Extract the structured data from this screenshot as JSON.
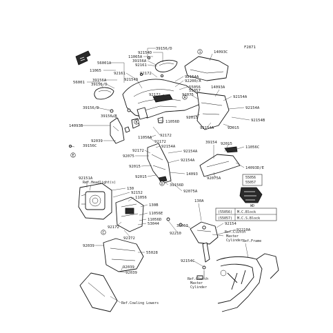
{
  "diagram_code": "F2871",
  "circle_badges": [
    "1",
    "A",
    "B",
    "C",
    "D",
    "E"
  ],
  "legend_table": [
    {
      "code": "(55056)",
      "desc": "M.C.Block"
    },
    {
      "code": "(55057)",
      "desc": "M.C.S.Block"
    }
  ],
  "inset_codes": [
    "55056",
    "55057"
  ],
  "inset_caption": "WD",
  "refs": {
    "headlight": "Ref.Headlight(s)",
    "clutch_master_top": "Ref.Clutch",
    "clutch_master_top_2": "Master",
    "clutch_master_top_3": "Cylinder",
    "frame": "Ref.Frame",
    "clutch_master_bottom": "Ref.Clutch",
    "clutch_master_bottom_2": "Master",
    "clutch_master_bottom_3": "Cylinder",
    "cowling_lowers": "Ref.Cowling Lowers"
  },
  "labels": {
    "l01": "39156/D",
    "l02": "92154D",
    "l03": "11065A",
    "l04": "39156A",
    "l05": "92161",
    "l06": "56001A",
    "l07": "11065",
    "l08": "92161",
    "l09": "92172",
    "l10": "56001",
    "l11": "39156A",
    "l12": "39156/D",
    "l13": "92154D",
    "l14": "92154A",
    "l15": "92200/A",
    "l16": "55056",
    "l17": "55057",
    "l18": "92172",
    "l19": "14093C",
    "l20": "14093A",
    "l21": "92154A",
    "l22": "92075",
    "l23": "92154A",
    "l24": "92015",
    "l25": "92154A",
    "l26": "92015",
    "l27": "92154B",
    "l28": "39156/D",
    "l29": "39156/B",
    "l30": "14093B",
    "l31": "11056D",
    "l32": "92172",
    "l33": "92039",
    "l34": "11056A",
    "l35": "92172",
    "l36": "39156C",
    "l37": "92154A",
    "l38": "92172",
    "l39": "92154A",
    "l40": "92075",
    "l41": "92154A",
    "l42": "92015",
    "l43": "14093",
    "l44": "92015",
    "l45": "39156D",
    "l46": "92075A",
    "l47": "39154",
    "l48": "92015",
    "l49": "11056C",
    "l50": "14093D/E",
    "l51": "92075A",
    "l52": "92151A",
    "l53": "130",
    "l54": "92152",
    "l55": "11056",
    "l56": "130B",
    "l57": "11056E",
    "l58": "11056D",
    "l59": "53044",
    "l60": "35063",
    "l61": "130A",
    "l62": "92154",
    "l63": "92210A",
    "l64": "92210",
    "l65": "92172",
    "l66": "92172",
    "l67": "92039",
    "l68": "55028",
    "l69": "92039",
    "l70": "92039",
    "l71": "92154C"
  },
  "colors": {
    "line": "#111111",
    "text": "#222222",
    "background": "#ffffff"
  }
}
